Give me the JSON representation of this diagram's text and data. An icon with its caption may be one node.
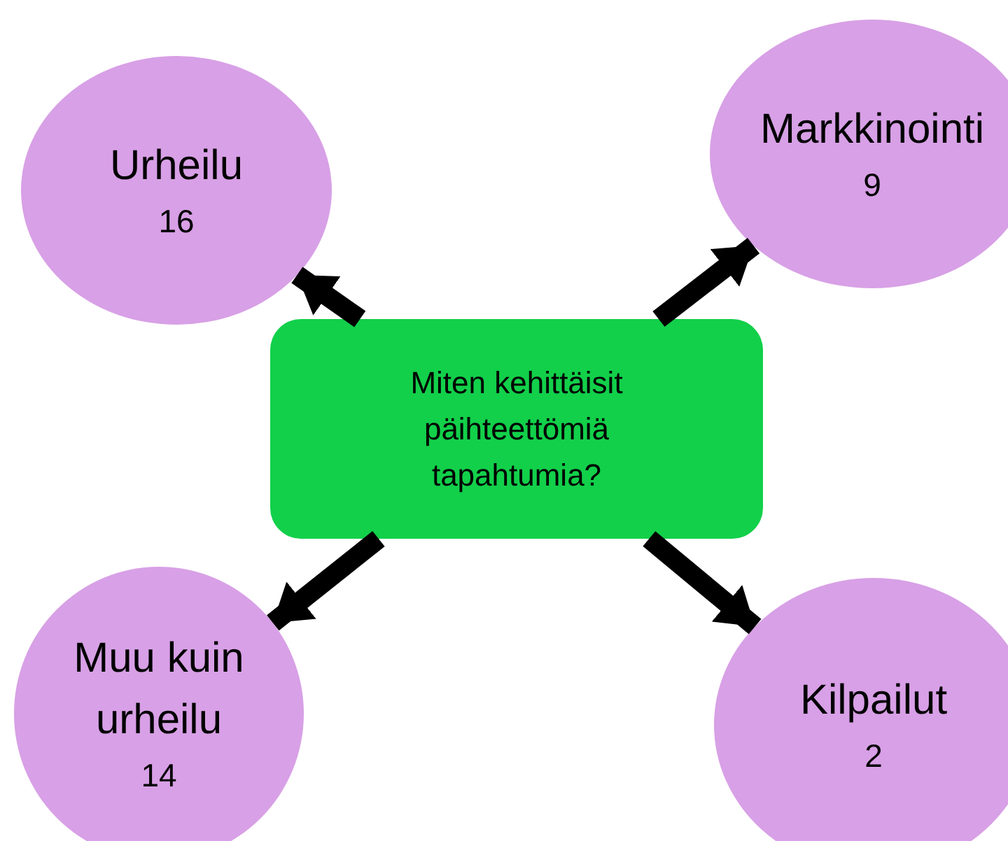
{
  "diagram": {
    "nodes": [
      {
        "text": [
          "Urheilu",
          "16"
        ]
      },
      {
        "text": [
          "Markkinointi",
          "9"
        ]
      },
      {
        "text": [
          "Miten kehittäisit päihteettömiä tapahtumia?"
        ]
      },
      {
        "text": [
          "Muu kuin urheilu",
          "14"
        ]
      },
      {
        "text": [
          "Kilpailut",
          "2"
        ]
      }
    ],
    "edges": [
      {
        "from": 2,
        "to": 0,
        "arrow": "to"
      },
      {
        "from": 2,
        "to": 1,
        "arrow": "to"
      },
      {
        "from": 2,
        "to": 3,
        "arrow": "to"
      },
      {
        "from": 2,
        "to": 4,
        "arrow": "to"
      }
    ]
  }
}
